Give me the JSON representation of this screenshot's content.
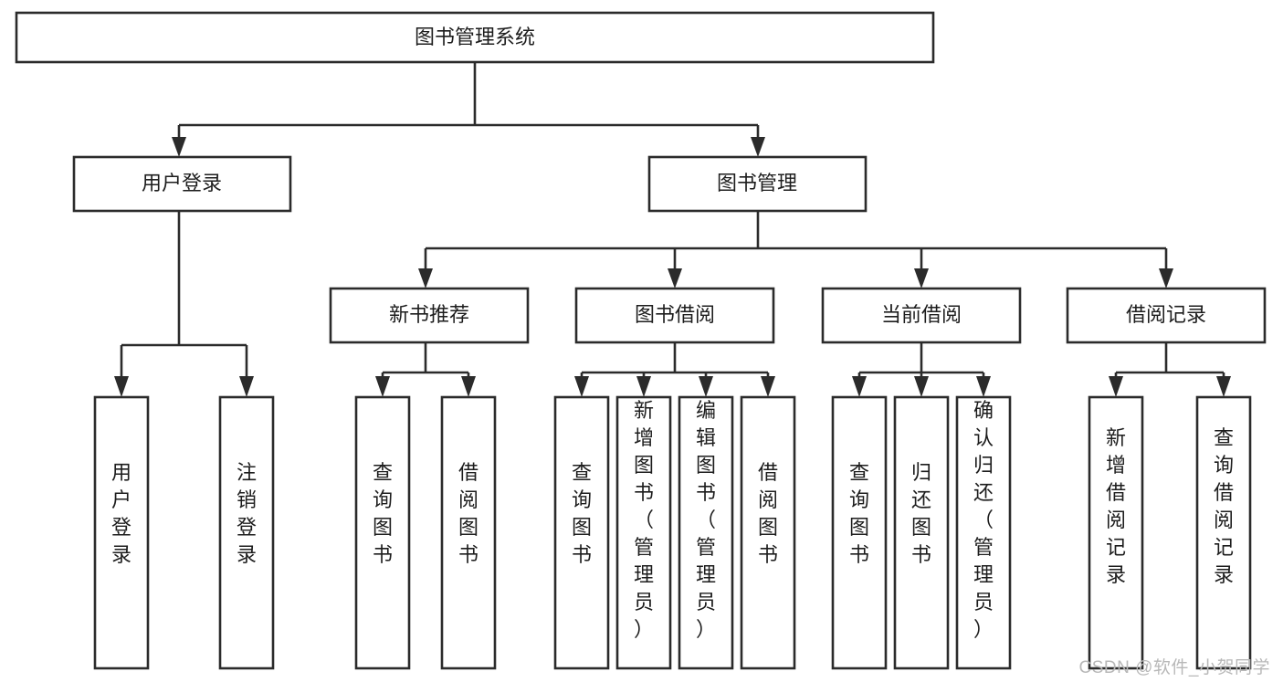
{
  "diagram": {
    "type": "tree-hierarchy-flowchart",
    "title": "图书管理系统",
    "watermark": "CSDN @软件_小贺同学",
    "colors": {
      "background": "#ffffff",
      "box_fill": "#ffffff",
      "box_stroke": "#2b2b2b",
      "connector": "#2b2b2b",
      "text": "#1d1d1d",
      "watermark": "#b8b8b8"
    },
    "levels": [
      {
        "level": 1,
        "nodes": [
          {
            "id": "root",
            "label": "图书管理系统",
            "orientation": "horizontal"
          }
        ]
      },
      {
        "level": 2,
        "nodes": [
          {
            "id": "user-login",
            "label": "用户登录",
            "orientation": "horizontal",
            "parent": "root"
          },
          {
            "id": "book-manage",
            "label": "图书管理",
            "orientation": "horizontal",
            "parent": "root"
          }
        ]
      },
      {
        "level": 3,
        "nodes": [
          {
            "id": "new-book-rec",
            "label": "新书推荐",
            "orientation": "horizontal",
            "parent": "book-manage"
          },
          {
            "id": "book-borrow",
            "label": "图书借阅",
            "orientation": "horizontal",
            "parent": "book-manage"
          },
          {
            "id": "current-borrow",
            "label": "当前借阅",
            "orientation": "horizontal",
            "parent": "book-manage"
          },
          {
            "id": "borrow-record",
            "label": "借阅记录",
            "orientation": "horizontal",
            "parent": "book-manage"
          }
        ]
      },
      {
        "level": 4,
        "nodes": [
          {
            "id": "leaf-1",
            "label": "用户登录",
            "orientation": "vertical",
            "parent": "user-login"
          },
          {
            "id": "leaf-2",
            "label": "注销登录",
            "orientation": "vertical",
            "parent": "user-login"
          },
          {
            "id": "leaf-3",
            "label": "查询图书",
            "orientation": "vertical",
            "parent": "new-book-rec"
          },
          {
            "id": "leaf-4",
            "label": "借阅图书",
            "orientation": "vertical",
            "parent": "new-book-rec"
          },
          {
            "id": "leaf-5",
            "label": "查询图书",
            "orientation": "vertical",
            "parent": "book-borrow"
          },
          {
            "id": "leaf-6",
            "label": "新增图书（管理员）",
            "orientation": "vertical",
            "parent": "book-borrow"
          },
          {
            "id": "leaf-7",
            "label": "编辑图书（管理员）",
            "orientation": "vertical",
            "parent": "book-borrow"
          },
          {
            "id": "leaf-8",
            "label": "借阅图书",
            "orientation": "vertical",
            "parent": "book-borrow"
          },
          {
            "id": "leaf-9",
            "label": "查询图书",
            "orientation": "vertical",
            "parent": "current-borrow"
          },
          {
            "id": "leaf-10",
            "label": "归还图书",
            "orientation": "vertical",
            "parent": "current-borrow"
          },
          {
            "id": "leaf-11",
            "label": "确认归还（管理员）",
            "orientation": "vertical",
            "parent": "current-borrow"
          },
          {
            "id": "leaf-12",
            "label": "新增借阅记录",
            "orientation": "vertical",
            "parent": "borrow-record"
          },
          {
            "id": "leaf-13",
            "label": "查询借阅记录",
            "orientation": "vertical",
            "parent": "borrow-record"
          }
        ]
      }
    ]
  }
}
